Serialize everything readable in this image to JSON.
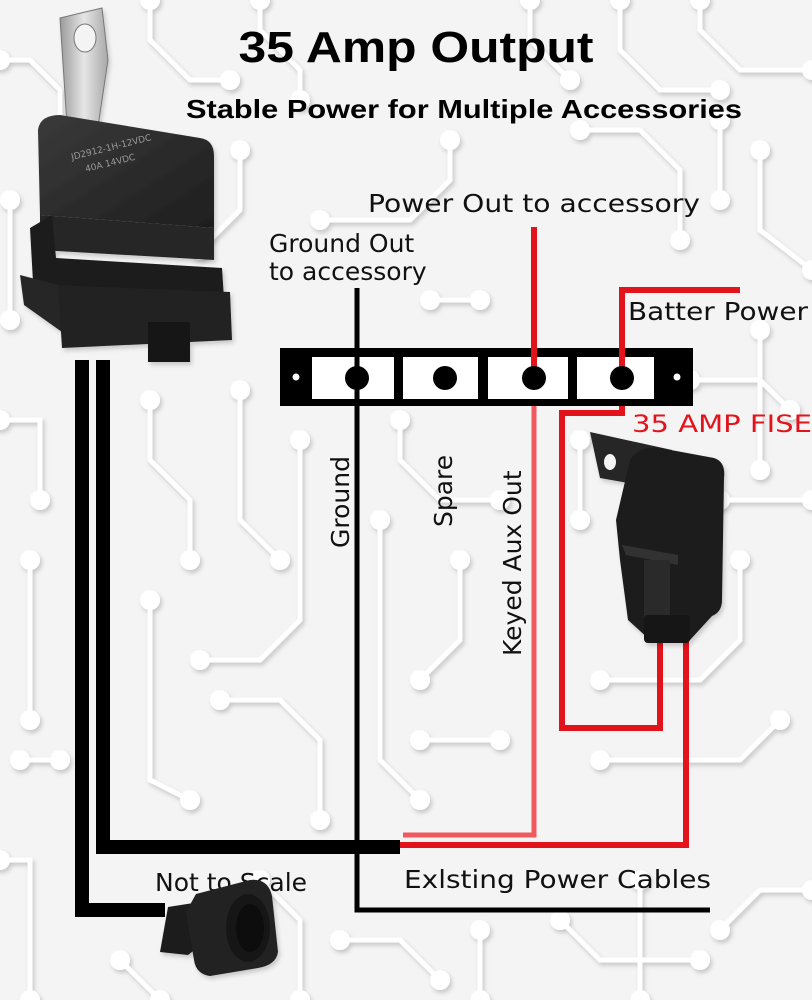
{
  "header": {
    "title": "35 Amp Output",
    "subtitle": "Stable Power for Multiple Accessories"
  },
  "labels": {
    "power_out": "Power Out to accessory",
    "ground_out_line1": "Ground Out",
    "ground_out_line2": "to accessory",
    "battery_power": "Batter Power",
    "fuse": "35 AMP FISE",
    "terminal_ground": "Ground",
    "terminal_spare": "Spare",
    "terminal_keyed": "Keyed Aux Out",
    "not_to_scale": "Not to Scale",
    "existing_cables": "Exlsting Power Cables"
  },
  "relay": {
    "marking_line1": "JD2912-1H-12VDC",
    "marking_line2": "40A 14VDC"
  },
  "colors": {
    "wire_black": "#000000",
    "wire_red": "#e3131b",
    "wire_red_light": "#f0595d",
    "component": "#2a2a2a",
    "background": "#f4f4f4"
  }
}
